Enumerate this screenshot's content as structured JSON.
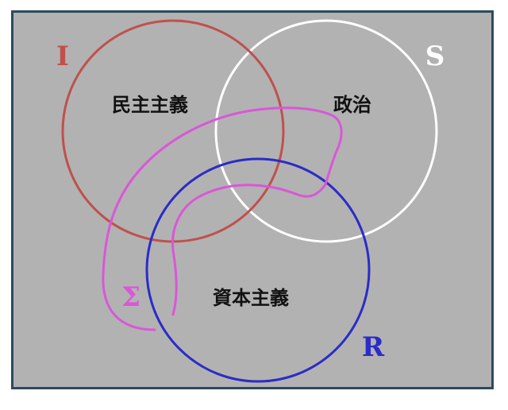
{
  "colors": {
    "background": "#b2b2b2",
    "frame_border": "#2c4a5e",
    "circle_i": "#c0504d",
    "circle_s": "#ffffff",
    "circle_r": "#2b2bc8",
    "loop_sigma": "#d957d9"
  },
  "letters": {
    "i": "I",
    "s": "S",
    "r": "R",
    "sigma": "Σ"
  },
  "labels": {
    "democracy": "民主主義",
    "politics": "政治",
    "capitalism": "資本主義"
  }
}
